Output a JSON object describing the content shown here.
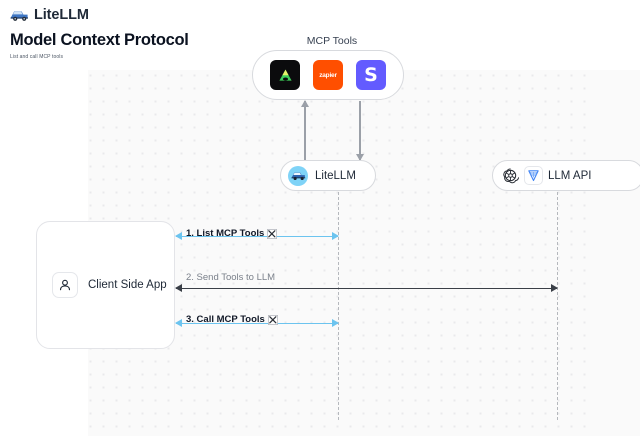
{
  "header": {
    "brand": "LiteLLM",
    "brand_icon": "truck-icon"
  },
  "title": {
    "heading": "Model Context Protocol",
    "subheading": "List and call MCP tools"
  },
  "diagram": {
    "mcp_tools": {
      "title": "MCP Tools",
      "icons": [
        {
          "name": "supabase-tool-icon",
          "label": "",
          "color": "#0b0b0d"
        },
        {
          "name": "zapier-tool-icon",
          "label": "zapier",
          "color": "#ff4f00"
        },
        {
          "name": "stripe-tool-icon",
          "label": "S",
          "color": "#635bff"
        }
      ]
    },
    "litellm_node": {
      "label": "LiteLLM",
      "icon": "litellm-truck-avatar"
    },
    "llm_api_node": {
      "label": "LLM API",
      "icons": [
        "openai-icon",
        "vertex-ai-icon"
      ]
    },
    "client_app": {
      "label": "Client Side App",
      "icon": "user-icon"
    },
    "edges": [
      {
        "id": "edge-1",
        "label": "1. List MCP Tools",
        "emoji": "tools-emoji",
        "color": "#6cc4ef",
        "direction": "bidirectional"
      },
      {
        "id": "edge-2",
        "label": "2. Send Tools to LLM",
        "emoji": "",
        "color": "#3a3f47",
        "direction": "bidirectional"
      },
      {
        "id": "edge-3",
        "label": "3. Call MCP Tools",
        "emoji": "tools-emoji",
        "color": "#6cc4ef",
        "direction": "bidirectional"
      },
      {
        "id": "edge-up",
        "label": "",
        "emoji": "",
        "color": "#9ba0a8",
        "direction": "up"
      },
      {
        "id": "edge-down",
        "label": "",
        "emoji": "",
        "color": "#9ba0a8",
        "direction": "down"
      }
    ]
  }
}
